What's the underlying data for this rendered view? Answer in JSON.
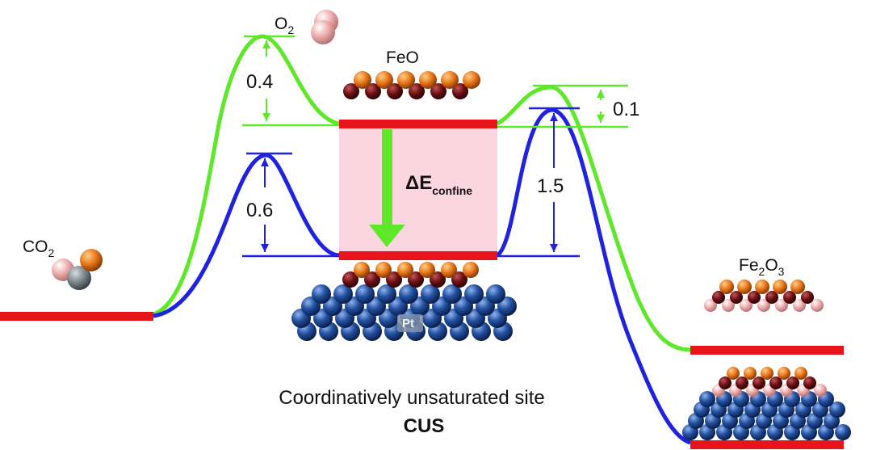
{
  "labels": {
    "co2": {
      "main": "CO",
      "sub": "2"
    },
    "o2": {
      "main": "O",
      "sub": "2"
    },
    "feo": "FeO",
    "fe2o3": {
      "a": "Fe",
      "sub1": "2",
      "b": "O",
      "sub2": "3"
    },
    "pt": "Pt",
    "delta_e": {
      "main": "ΔE",
      "sub": "confine"
    },
    "caption_line1": "Coordinatively unsaturated site",
    "caption_line2": "CUS"
  },
  "barriers": {
    "green_first": "0.4",
    "blue_first": "0.6",
    "green_second": "0.1",
    "blue_second": "1.5"
  },
  "colors": {
    "level_red": "#e8141c",
    "green_path": "#5fe82a",
    "blue_path": "#1f23e0",
    "confine_fill": "#fbd6e1",
    "fe_orange": "#e9761a",
    "o_dark_red": "#6b0f12",
    "o_pink": "#f0b2b2",
    "pt_blue": "#2452a2",
    "c_gray": "#7b878c"
  }
}
